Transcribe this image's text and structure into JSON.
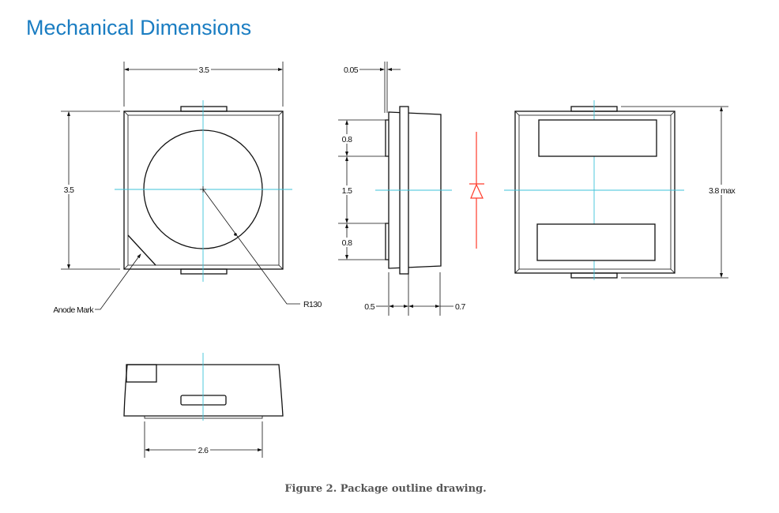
{
  "title": "Mechanical Dimensions",
  "caption": "Figure 2.  Package outline drawing.",
  "colors": {
    "title": "#1a7dc2",
    "centerline": "#3cc3d8",
    "diode_symbol": "#ff3b2a"
  },
  "front_view": {
    "width_label": "3.5",
    "height_label": "3.5",
    "anode_label": "Anode Mark",
    "radius_label": "R130"
  },
  "side_view": {
    "lead_thickness_label": "0.05",
    "pad_top_label": "0.8",
    "pad_gap_label": "1.5",
    "pad_bottom_label": "0.8",
    "base_label": "0.5",
    "lens_label": "0.7"
  },
  "back_view": {
    "height_label": "3.8 max"
  },
  "bottom_view": {
    "lead_width_label": "2.6"
  }
}
